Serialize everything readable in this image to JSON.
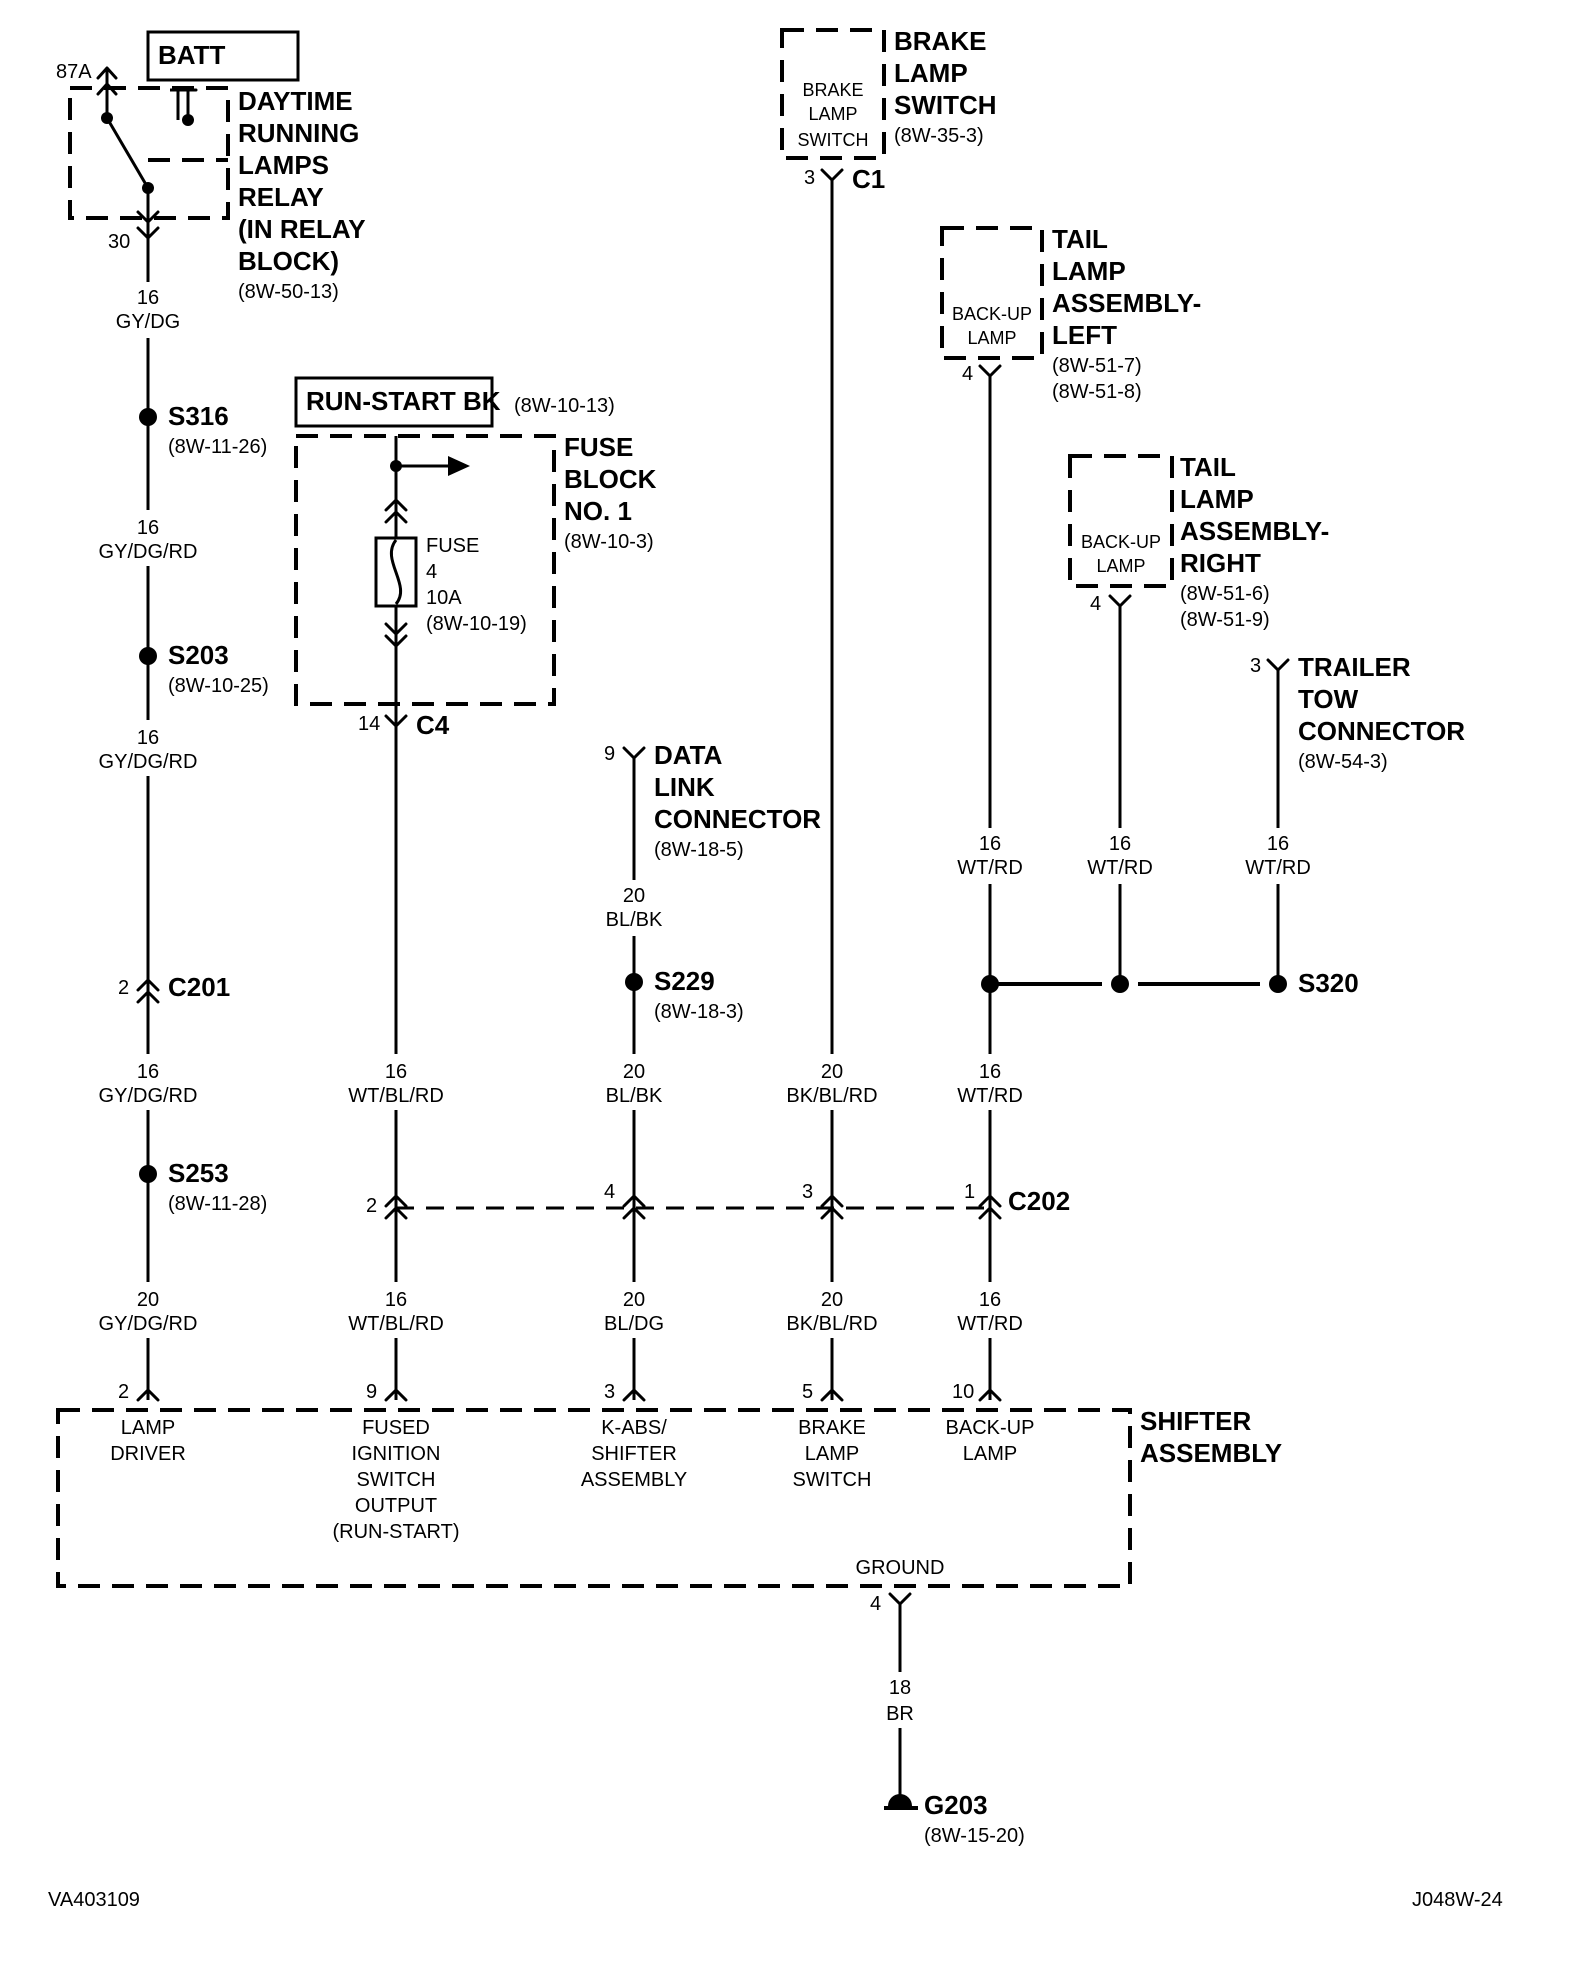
{
  "relay": {
    "title_lines": [
      "DAYTIME",
      "RUNNING",
      "LAMPS",
      "RELAY",
      "(IN RELAY",
      "BLOCK)"
    ],
    "ref": "(8W-50-13)",
    "pin_87a": "87A",
    "pin_30": "30"
  },
  "batt": {
    "label": "BATT"
  },
  "run_start": {
    "label": "RUN-START BK",
    "ref": "(8W-10-13)"
  },
  "fuse_block": {
    "title_lines": [
      "FUSE",
      "BLOCK",
      "NO. 1"
    ],
    "ref": "(8W-10-3)",
    "fuse_lines": [
      "FUSE",
      "4",
      "10A",
      "(8W-10-19)"
    ],
    "pin": "14",
    "connector": "C4"
  },
  "brake_switch": {
    "inner_lines": [
      "BRAKE",
      "LAMP",
      "SWITCH"
    ],
    "title_lines": [
      "BRAKE",
      "LAMP",
      "SWITCH"
    ],
    "ref": "(8W-35-3)",
    "pin": "3",
    "connector": "C1"
  },
  "tail_left": {
    "inner_lines": [
      "BACK-UP",
      "LAMP"
    ],
    "title_lines": [
      "TAIL",
      "LAMP",
      "ASSEMBLY-",
      "LEFT"
    ],
    "refs": [
      "(8W-51-7)",
      "(8W-51-8)"
    ],
    "pin": "4"
  },
  "tail_right": {
    "inner_lines": [
      "BACK-UP",
      "LAMP"
    ],
    "title_lines": [
      "TAIL",
      "LAMP",
      "ASSEMBLY-",
      "RIGHT"
    ],
    "refs": [
      "(8W-51-6)",
      "(8W-51-9)"
    ],
    "pin": "4"
  },
  "trailer": {
    "title_lines": [
      "TRAILER",
      "TOW",
      "CONNECTOR"
    ],
    "ref": "(8W-54-3)",
    "pin": "3"
  },
  "dlc": {
    "title_lines": [
      "DATA",
      "LINK",
      "CONNECTOR"
    ],
    "ref": "(8W-18-5)",
    "pin": "9"
  },
  "splices": {
    "s316": {
      "name": "S316",
      "ref": "(8W-11-26)"
    },
    "s203": {
      "name": "S203",
      "ref": "(8W-10-25)"
    },
    "s253": {
      "name": "S253",
      "ref": "(8W-11-28)"
    },
    "s229": {
      "name": "S229",
      "ref": "(8W-18-3)"
    },
    "s320": {
      "name": "S320"
    }
  },
  "c201": {
    "name": "C201",
    "pin": "2"
  },
  "c202": {
    "name": "C202",
    "pins": [
      "2",
      "4",
      "3",
      "1"
    ]
  },
  "wires": {
    "w1": [
      "16",
      "GY/DG"
    ],
    "w2": [
      "16",
      "GY/DG/RD"
    ],
    "w3": [
      "16",
      "GY/DG/RD"
    ],
    "w4": [
      "16",
      "GY/DG/RD"
    ],
    "w5": [
      "20",
      "GY/DG/RD"
    ],
    "w6": [
      "16",
      "WT/BL/RD"
    ],
    "w7": [
      "16",
      "WT/BL/RD"
    ],
    "w8": [
      "20",
      "BL/BK"
    ],
    "w9": [
      "20",
      "BL/BK"
    ],
    "w10": [
      "20",
      "BL/DG"
    ],
    "w11": [
      "20",
      "BK/BL/RD"
    ],
    "w12": [
      "20",
      "BK/BL/RD"
    ],
    "w13": [
      "16",
      "WT/RD"
    ],
    "w14": [
      "16",
      "WT/RD"
    ],
    "w15": [
      "16",
      "WT/RD"
    ],
    "w16": [
      "16",
      "WT/RD"
    ],
    "w17": [
      "16",
      "WT/RD"
    ],
    "w18": [
      "18",
      "BR"
    ]
  },
  "shifter": {
    "title_lines": [
      "SHIFTER",
      "ASSEMBLY"
    ],
    "pins": [
      "2",
      "9",
      "3",
      "5",
      "10"
    ],
    "lamp_driver": [
      "LAMP",
      "DRIVER"
    ],
    "fused_ign": [
      "FUSED",
      "IGNITION",
      "SWITCH",
      "OUTPUT",
      "(RUN-START)"
    ],
    "kabs": [
      "K-ABS/",
      "SHIFTER",
      "ASSEMBLY"
    ],
    "brake": [
      "BRAKE",
      "LAMP",
      "SWITCH"
    ],
    "backup": [
      "BACK-UP",
      "LAMP"
    ],
    "ground": "GROUND",
    "ground_pin": "4"
  },
  "g203": {
    "name": "G203",
    "ref": "(8W-15-20)"
  },
  "footer": {
    "left": "VA403109",
    "right": "J048W-24"
  }
}
